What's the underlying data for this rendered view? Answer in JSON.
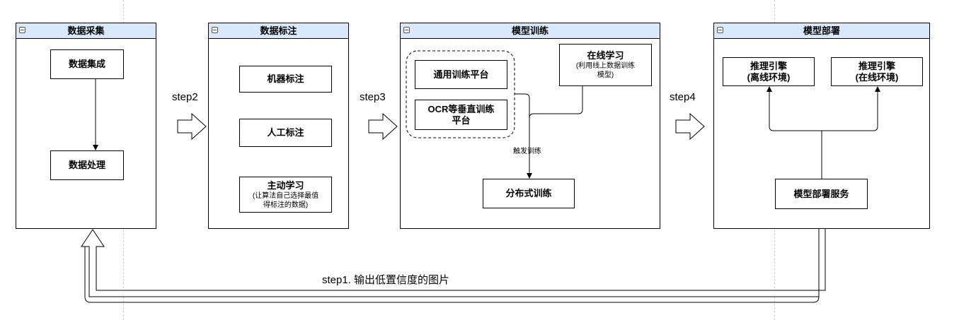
{
  "stages": {
    "collect": {
      "title": "数据采集",
      "integrate": "数据集成",
      "process": "数据处理"
    },
    "label": {
      "title": "数据标注",
      "machine": "机器标注",
      "manual": "人工标注",
      "active_title": "主动学习",
      "active_sub1": "(让算法自己选择最值",
      "active_sub2": "得标注的数据)"
    },
    "train": {
      "title": "模型训练",
      "general_platform": "通用训练平台",
      "ocr_platform_1": "OCR等垂直训练",
      "ocr_platform_2": "平台",
      "online_title": "在线学习",
      "online_sub1": "(利用线上数据训练",
      "online_sub2": "模型)",
      "trigger_label": "触发训练",
      "distributed": "分布式训练"
    },
    "deploy": {
      "title": "模型部署",
      "offline_1": "推理引擎",
      "offline_2": "(离线环境)",
      "online_1": "推理引擎",
      "online_2": "(在线环境)",
      "service": "模型部署服务"
    }
  },
  "steps": {
    "step1": "step1. 输出低置信度的图片",
    "step2": "step2",
    "step3": "step3",
    "step4": "step4"
  },
  "colors": {
    "header_fill": "#dae8fc",
    "stroke": "#000000",
    "gridline": "#cfcfcf"
  }
}
